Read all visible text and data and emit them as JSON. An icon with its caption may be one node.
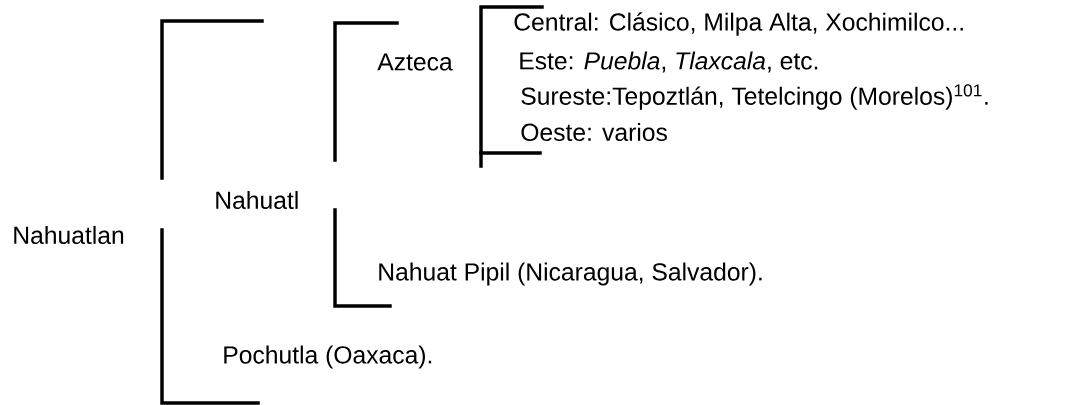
{
  "diagram": {
    "labels": [
      "Central: Clásico, Milpa Alta, Xochimilco...",
      "Azteca",
      "Este: *Puebla*, *Tlaxcala*, etc.",
      "Sureste:Tepoztlán, Tetelcingo (Morelos)$^{101}$.",
      "Oeste: varios",
      "Nahuatl",
      "Nahuatlan",
      "Nahuat Pipil (Nicaragua, Salvador).",
      "Pochutla (Oaxaca)."
    ]
  }
}
